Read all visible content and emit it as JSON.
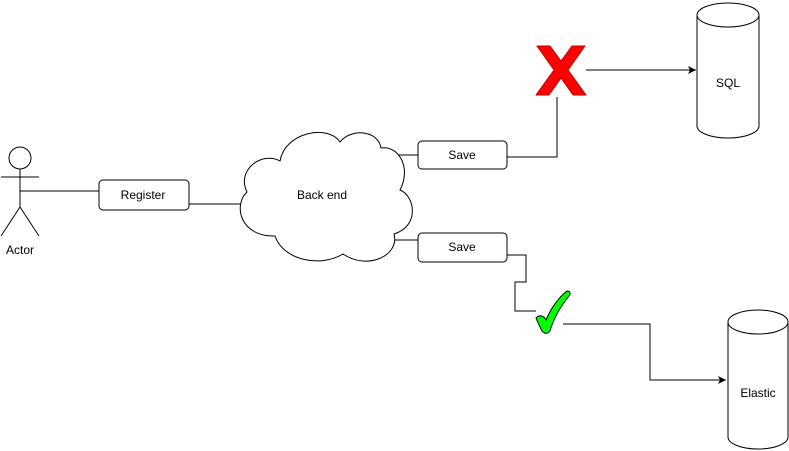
{
  "nodes": {
    "actor": {
      "label": "Actor"
    },
    "register": {
      "label": "Register"
    },
    "backend": {
      "label": "Back end"
    },
    "save_sql": {
      "label": "Save"
    },
    "save_elastic": {
      "label": "Save"
    },
    "sql": {
      "label": "SQL"
    },
    "elastic": {
      "label": "Elastic"
    }
  },
  "markers": {
    "failure": {
      "icon": "red-x-icon",
      "color": "#ff0000"
    },
    "success": {
      "icon": "green-checkmark-icon",
      "color": "#00ff00"
    }
  },
  "colors": {
    "stroke": "#000000",
    "fill": "#ffffff"
  }
}
